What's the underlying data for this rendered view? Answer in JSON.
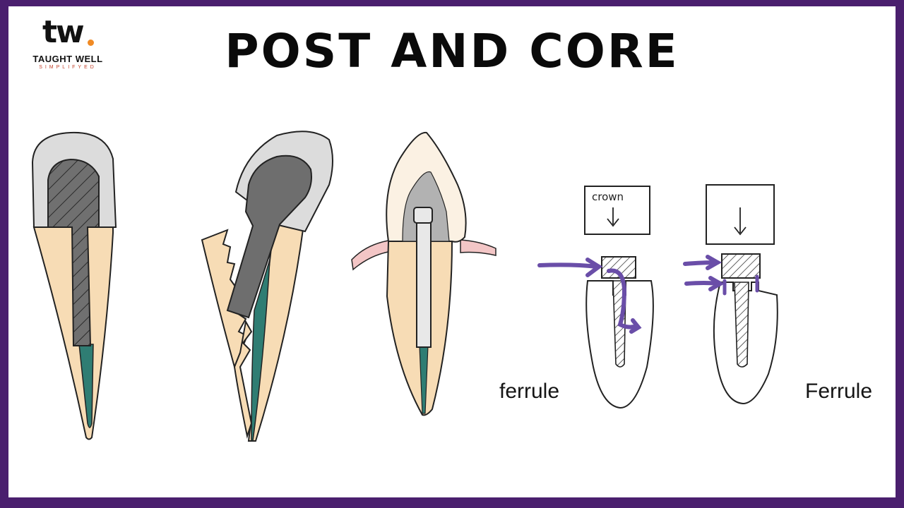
{
  "logo": {
    "mark": "tw",
    "name": "TAUGHT WELL",
    "tagline": "SIMPLIFYED"
  },
  "title": "POST AND CORE",
  "figures": {
    "crown_label": "crown",
    "ferrule_label_left": "ferrule",
    "ferrule_label_right": "Ferrule"
  },
  "colors": {
    "frame": "#4a1f6e",
    "dentin": "#f7dcb5",
    "crown_gray": "#dcdcdc",
    "core_dark": "#6e6e6e",
    "canal_teal": "#2f7d73",
    "gum_pink": "#f3c6c6",
    "arrow_purple": "#6a4ea8",
    "enamel": "#fbf1e3"
  }
}
